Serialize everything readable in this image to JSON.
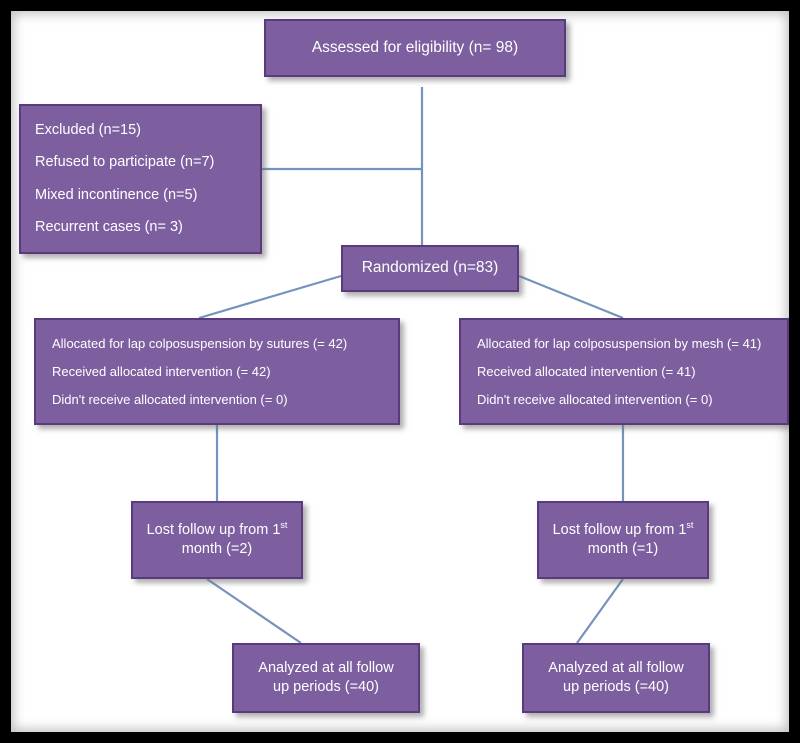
{
  "diagram": {
    "title": "CONSORT participant flow diagram",
    "colors": {
      "node_fill": "#7d5fa0",
      "node_border": "#593a7c",
      "connector": "#7593bc",
      "frame": "#000000",
      "node_text": "#ffffff",
      "canvas": "#ffffff"
    },
    "nodes": {
      "assessed": {
        "text": "Assessed for eligibility (n= 98)"
      },
      "excluded": {
        "lines": [
          "Excluded (n=15)",
          "Refused to participate (n=7)",
          "Mixed incontinence (n=5)",
          "Recurrent cases (n= 3)"
        ]
      },
      "randomized": {
        "text": "Randomized (n=83)"
      },
      "alloc_sutures": {
        "lines": [
          "Allocated for lap colposuspension by sutures (= 42)",
          "Received allocated intervention (= 42)",
          "Didn't receive allocated intervention (= 0)"
        ]
      },
      "alloc_mesh": {
        "lines": [
          "Allocated for lap colposuspension by mesh (= 41)",
          "Received allocated intervention (= 41)",
          "Didn't receive allocated intervention (= 0)"
        ]
      },
      "lost_left": {
        "line1_pre": "Lost follow up from 1",
        "line1_sup": "st",
        "line2": "month (=2)"
      },
      "lost_right": {
        "line1_pre": "Lost follow up from 1",
        "line1_sup": "st",
        "line2": "month (=1)"
      },
      "analyzed_left": {
        "line1": "Analyzed at all follow",
        "line2": "up periods (=40)"
      },
      "analyzed_right": {
        "line1": "Analyzed at all follow",
        "line2": "up periods (=40)"
      }
    }
  }
}
